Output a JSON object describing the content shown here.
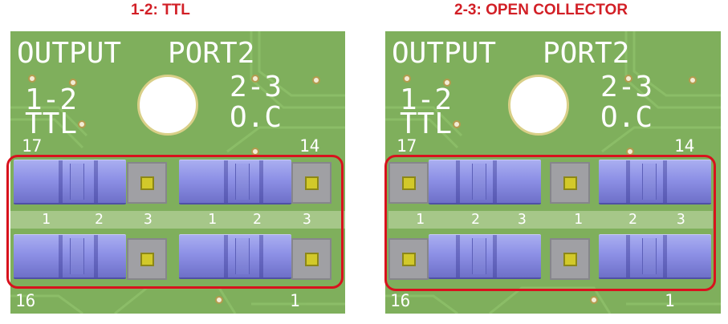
{
  "left": {
    "heading": "1-2: TTL",
    "silk": {
      "title1": "OUTPUT",
      "title2": "PORT2",
      "sel_a1": "1-2",
      "sel_a2": "TTL",
      "sel_b1": "2-3",
      "sel_b2": "O.C",
      "pin_tl": "17",
      "pin_tr": "14",
      "pin_bl": "16",
      "pin_br": "1"
    },
    "pins": [
      "1",
      "2",
      "3",
      "1",
      "2",
      "3"
    ]
  },
  "right": {
    "heading": "2-3: OPEN COLLECTOR",
    "silk": {
      "title1": "OUTPUT",
      "title2": "PORT2",
      "sel_a1": "1-2",
      "sel_a2": "TTL",
      "sel_b1": "2-3",
      "sel_b2": "O.C",
      "pin_tl": "17",
      "pin_tr": "14",
      "pin_bl": "16",
      "pin_br": "1"
    },
    "pins": [
      "1",
      "2",
      "3",
      "1",
      "2",
      "3"
    ]
  },
  "colors": {
    "board": "#7faf5c",
    "highlight": "#d8121d",
    "heading": "#d21f26",
    "jumper": "#8d90e6",
    "pad": "#d2c92a"
  }
}
